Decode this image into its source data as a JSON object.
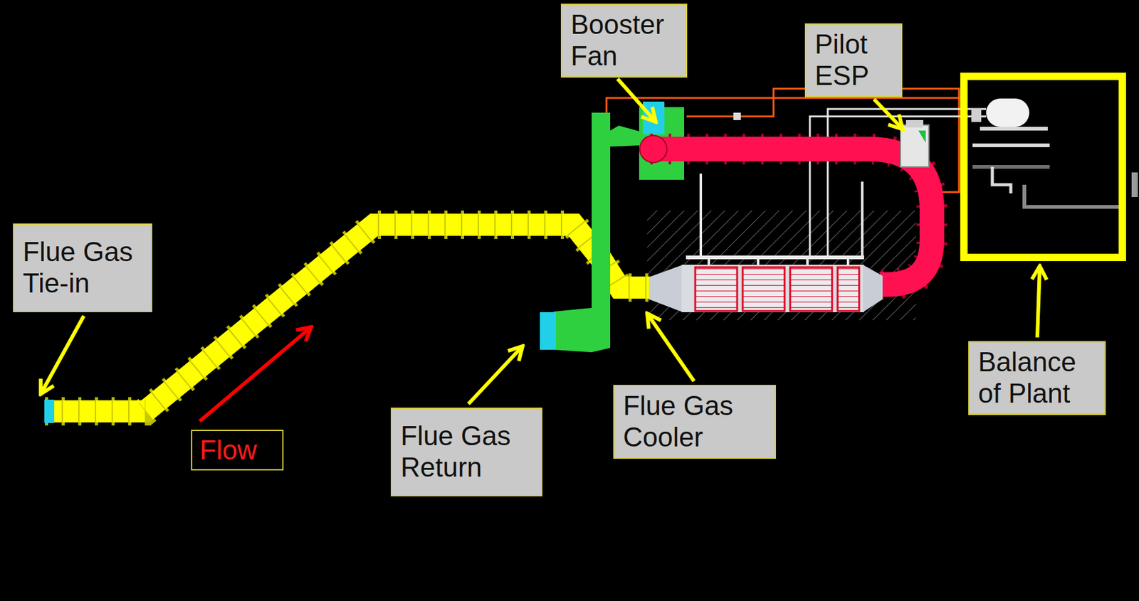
{
  "diagram": {
    "nodes": [
      {
        "text": [
          "Booster Fan"
        ]
      },
      {
        "text": [
          "Pilot ESP"
        ]
      },
      {
        "text": [
          "Flue Gas Tie-in"
        ]
      },
      {
        "text": [
          "Balance of Plant"
        ]
      },
      {
        "text": [
          "Flue Gas Cooler"
        ]
      },
      {
        "text": [
          "Flue Gas Return"
        ]
      },
      {
        "text": [
          "Flow"
        ]
      }
    ]
  }
}
